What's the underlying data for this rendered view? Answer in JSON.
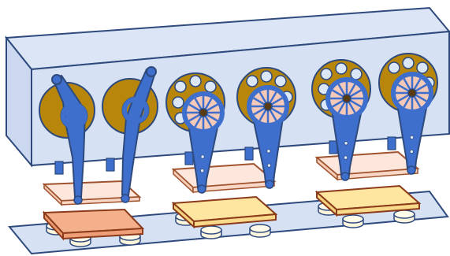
{
  "colors": {
    "housing_face": "#d6e1f4",
    "housing_top": "#d9e3f5",
    "housing_side": "#cbd8ef",
    "outline": "#2e4a7d",
    "arm_blue": "#3f6fcc",
    "gold": "#b8860b",
    "hole_fill": "#dbe6f7",
    "spoke_fill": "#f4c9b8",
    "pad_light": "#fde7dc",
    "pad_edge": "#a0522d",
    "block_orange": "#f4b08a",
    "block_yellow": "#ffe6a0",
    "base_plate": "#d6e1f4",
    "foot": "#fdf5dc"
  },
  "stations": [
    {
      "id": "station-1",
      "mechanism": "gear-disc",
      "block": "orange"
    },
    {
      "id": "station-2",
      "mechanism": "perforated-wheel",
      "block": "yellow"
    },
    {
      "id": "station-3",
      "mechanism": "perforated-wheel",
      "block": "yellow"
    }
  ]
}
